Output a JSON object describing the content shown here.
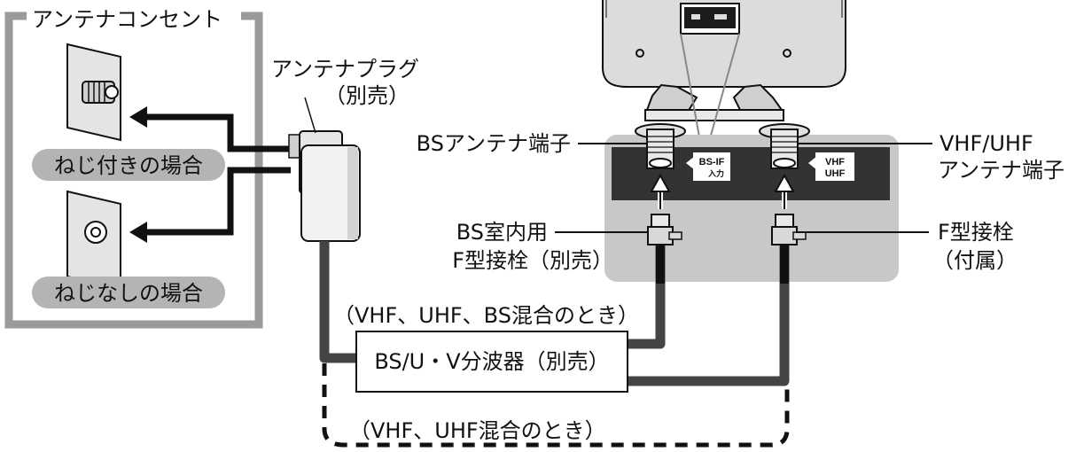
{
  "outlet_box": {
    "title": "アンテナコンセント"
  },
  "outlets": [
    {
      "label": "ねじ付きの場合"
    },
    {
      "label": "ねじなしの場合"
    }
  ],
  "antenna_plug": {
    "line1": "アンテナプラグ",
    "line2": "（別売）"
  },
  "panel": {
    "bs_terminal": "BSアンテナ端子",
    "vhf_terminal_line1": "VHF/UHF",
    "vhf_terminal_line2": "アンテナ端子",
    "bs_tag_line1": "BS-IF",
    "bs_tag_line2": "入力",
    "vhf_tag_line1": "VHF",
    "vhf_tag_line2": "UHF",
    "bs_connector_line1": "BS室内用",
    "bs_connector_line2": "F型接栓（別売）",
    "f_connector_line1": "F型接栓",
    "f_connector_line2": "（付属）"
  },
  "splitter": {
    "label": "BS/U・V分波器（別売）"
  },
  "notes": {
    "mixed_bs": "（VHF、UHF、BS混合のとき）",
    "mixed_vu": "（VHF、UHF混合のとき）"
  },
  "colors": {
    "panel": "#c8c8c8",
    "pill": "#b4b4b4",
    "cable": "#444444",
    "strip": "#333333"
  }
}
